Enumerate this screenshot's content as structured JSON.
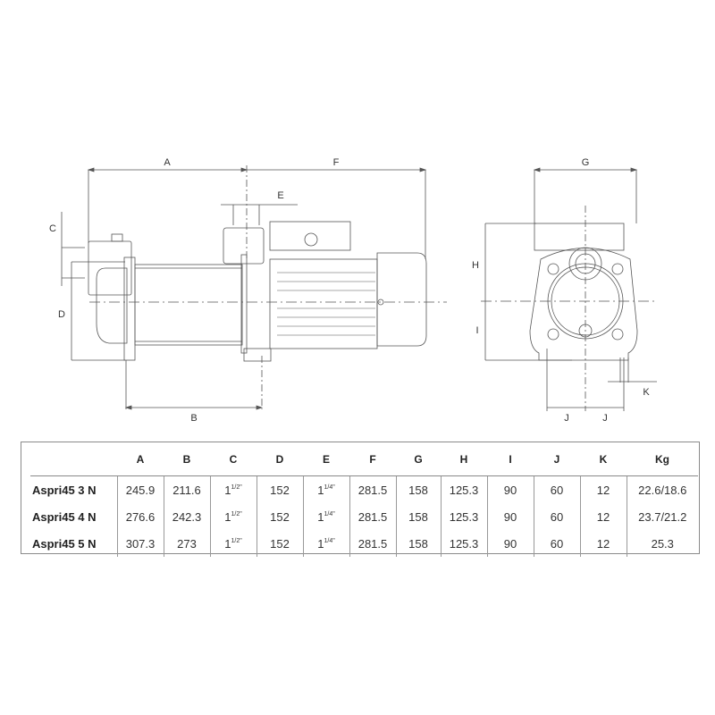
{
  "drawing": {
    "side_view_labels": {
      "A": "A",
      "B": "B",
      "C": "C",
      "D": "D",
      "E": "E",
      "F": "F"
    },
    "front_view_labels": {
      "G": "G",
      "H": "H",
      "I": "I",
      "J1": "J",
      "J2": "J",
      "K": "K"
    }
  },
  "table": {
    "headers": [
      "",
      "A",
      "B",
      "C",
      "D",
      "E",
      "F",
      "G",
      "H",
      "I",
      "J",
      "K",
      "Kg"
    ],
    "rows": [
      {
        "model": "Aspri45 3 N",
        "A": "245.9",
        "B": "211.6",
        "C_whole": "1",
        "C_frac": "1/2\"",
        "D": "152",
        "E_whole": "1",
        "E_frac": "1/4\"",
        "F": "281.5",
        "G": "158",
        "H": "125.3",
        "I": "90",
        "J": "60",
        "K": "12",
        "Kg": "22.6/18.6"
      },
      {
        "model": "Aspri45 4 N",
        "A": "276.6",
        "B": "242.3",
        "C_whole": "1",
        "C_frac": "1/2\"",
        "D": "152",
        "E_whole": "1",
        "E_frac": "1/4\"",
        "F": "281.5",
        "G": "158",
        "H": "125.3",
        "I": "90",
        "J": "60",
        "K": "12",
        "Kg": "23.7/21.2"
      },
      {
        "model": "Aspri45 5 N",
        "A": "307.3",
        "B": "273",
        "C_whole": "1",
        "C_frac": "1/2\"",
        "D": "152",
        "E_whole": "1",
        "E_frac": "1/4\"",
        "F": "281.5",
        "G": "158",
        "H": "125.3",
        "I": "90",
        "J": "60",
        "K": "12",
        "Kg": "25.3"
      }
    ]
  }
}
